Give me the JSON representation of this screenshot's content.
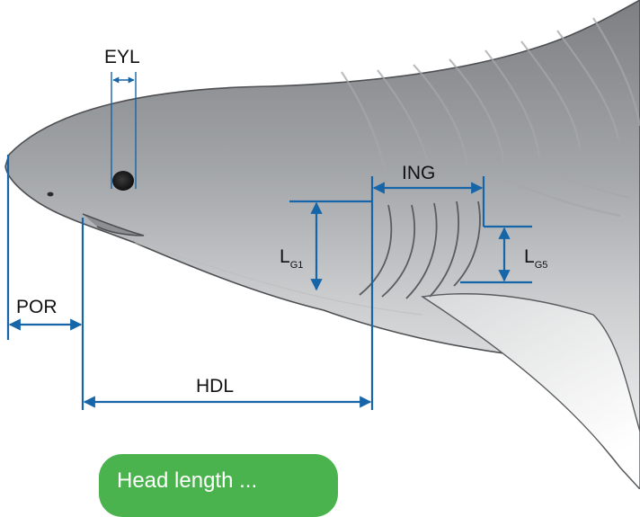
{
  "diagram": {
    "labels": {
      "eyl": "EYL",
      "ing": "ING",
      "por": "POR",
      "hdl": "HDL",
      "lg1_main": "L",
      "lg1_sub": "G1",
      "lg5_main": "L",
      "lg5_sub": "G5"
    },
    "colors": {
      "measure_line": "#1565a8",
      "button_bg": "#4bb34e",
      "label_text": "#111111",
      "button_text": "#ffffff"
    }
  },
  "button": {
    "label": "Head length ..."
  }
}
